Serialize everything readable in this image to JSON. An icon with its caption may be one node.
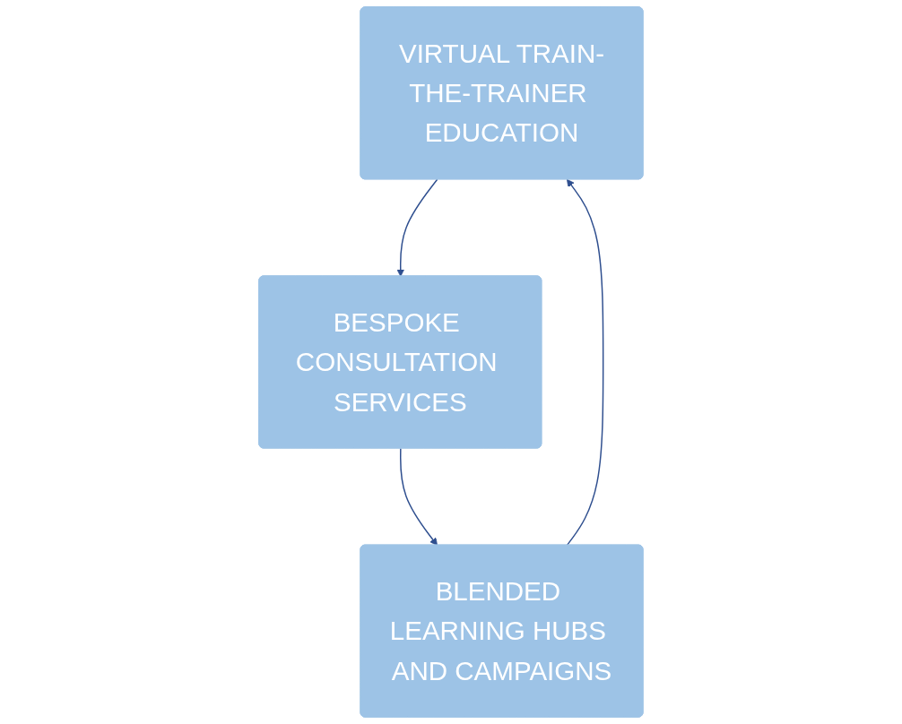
{
  "diagram": {
    "nodes": [
      {
        "text": [
          "VIRTUAL TRAIN-THE-TRAINER EDUCATION"
        ]
      },
      {
        "text": [
          "BESPOKE CONSULTATION SERVICES"
        ]
      },
      {
        "text": [
          "BLENDED LEARNING HUBS AND CAMPAIGNS"
        ]
      }
    ],
    "edges": [
      {
        "from": 0,
        "to": 1,
        "arrow": "to"
      },
      {
        "from": 1,
        "to": 2,
        "arrow": "to"
      },
      {
        "from": 2,
        "to": 0,
        "arrow": "to"
      }
    ]
  }
}
